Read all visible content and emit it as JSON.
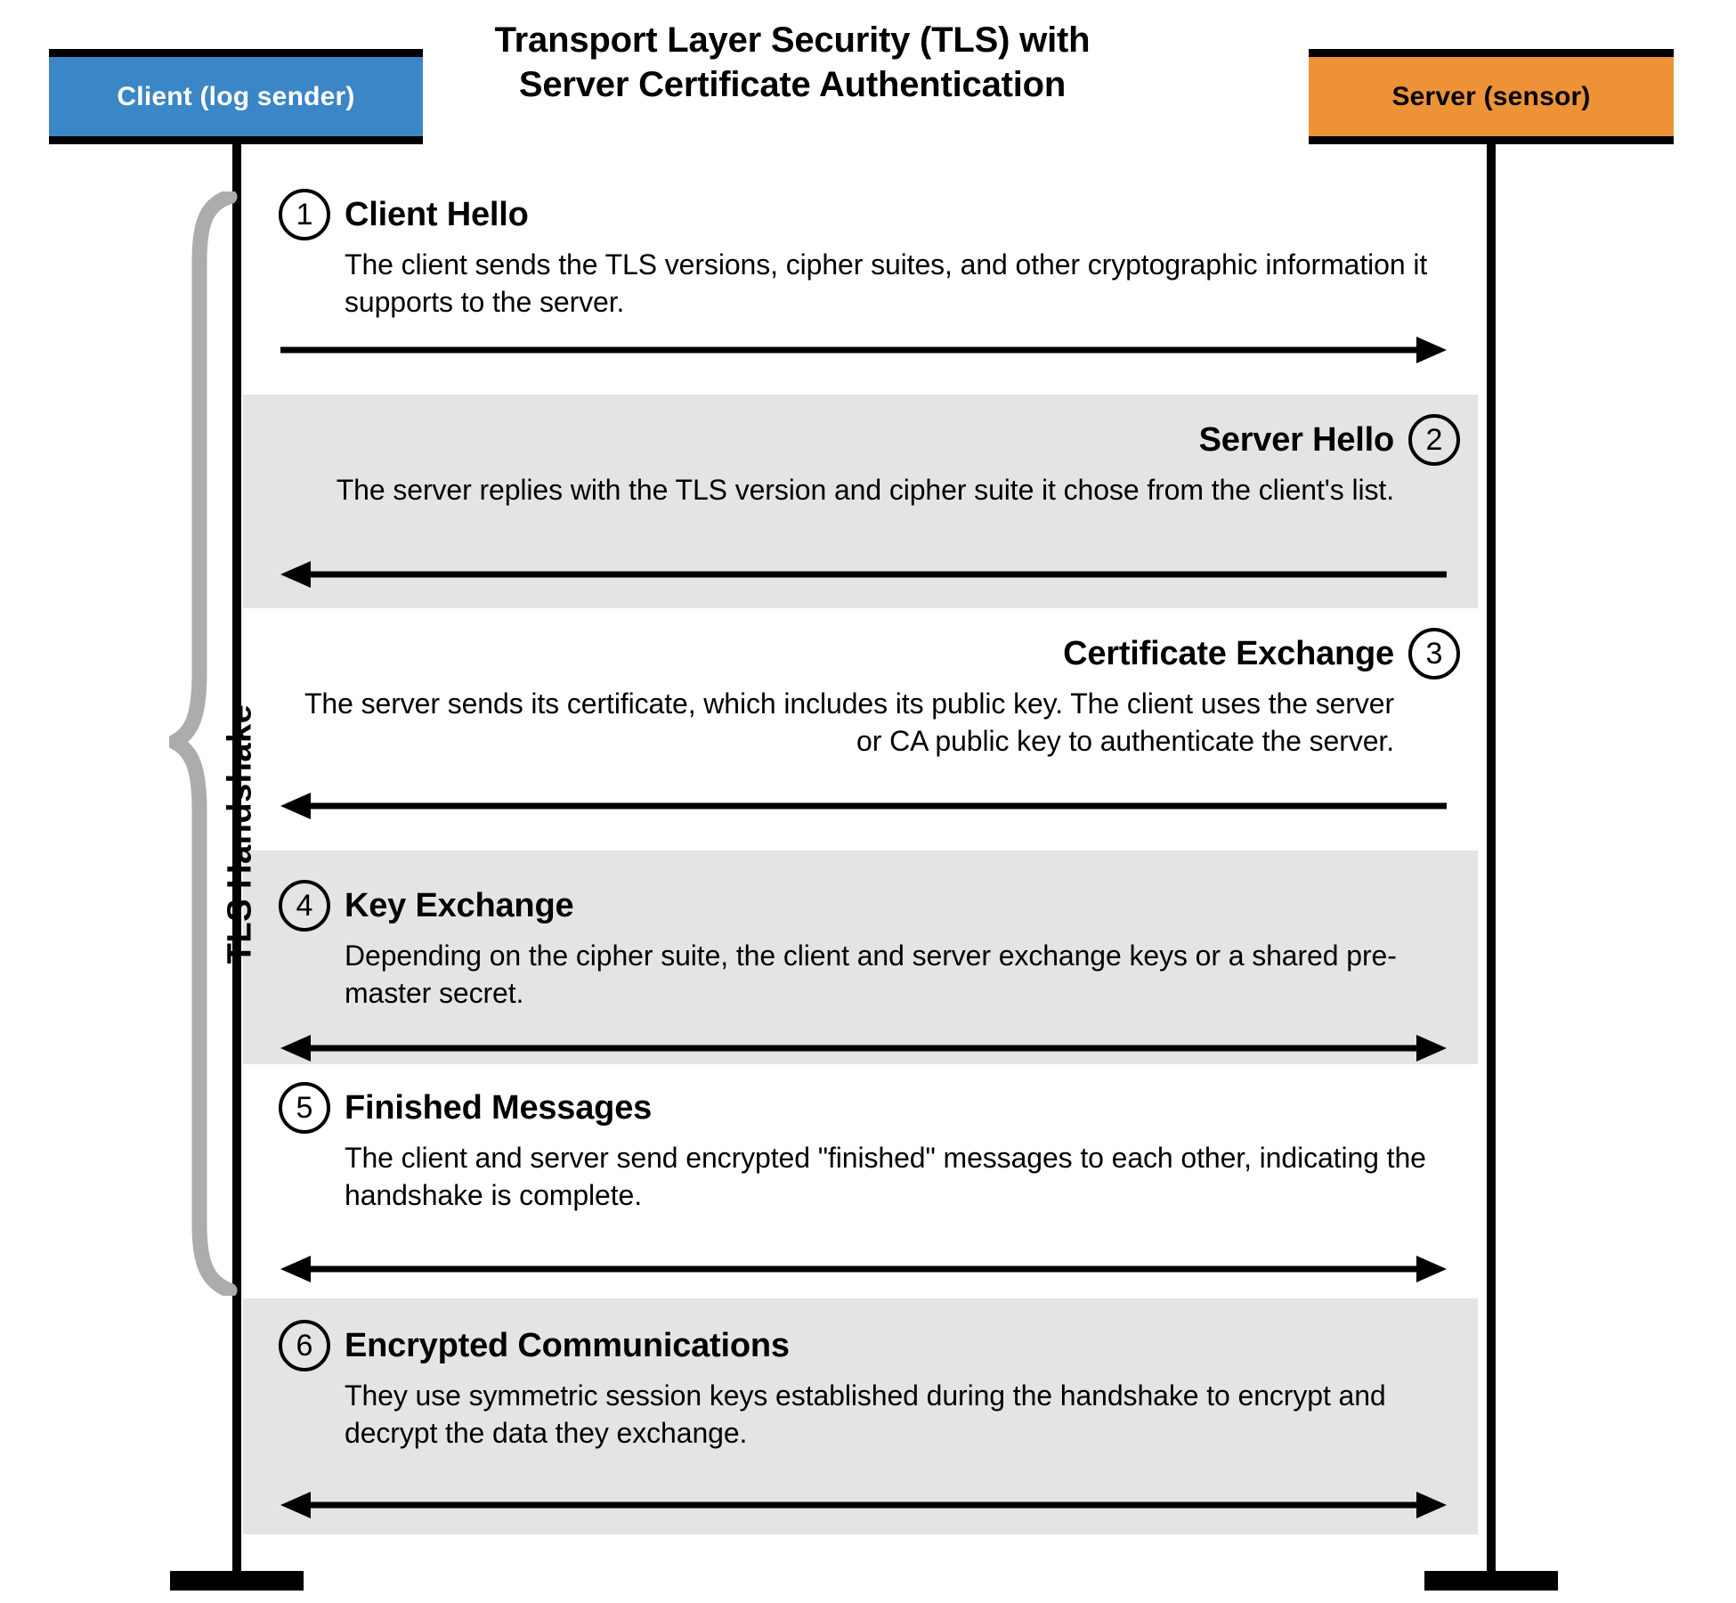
{
  "title": {
    "line1": "Transport Layer Security (TLS) with",
    "line2": "Server Certificate Authentication"
  },
  "actors": {
    "client": {
      "label": "Client (log sender)",
      "color": "#3B86C6"
    },
    "server": {
      "label": "Server (sensor)",
      "color": "#ED9237"
    }
  },
  "brace": {
    "label": "TLS Handshake",
    "color": "#ACACAC"
  },
  "band_color": "#E4E4E4",
  "steps": [
    {
      "number": "1",
      "title": "Client Hello",
      "description": "The client sends the TLS versions, cipher suites, and other cryptographic information it supports to the server.",
      "align": "left",
      "direction": "right",
      "shaded": false
    },
    {
      "number": "2",
      "title": "Server Hello",
      "description": "The server replies with the TLS version and cipher suite it chose from the client's list.",
      "align": "right",
      "direction": "left",
      "shaded": true
    },
    {
      "number": "3",
      "title": "Certificate Exchange",
      "description": "The server sends its certificate, which includes its public key. The client uses the server or CA public key to authenticate the server.",
      "align": "right",
      "direction": "left",
      "shaded": false
    },
    {
      "number": "4",
      "title": "Key Exchange",
      "description": "Depending on the cipher suite, the client and server exchange keys or a shared pre-master secret.",
      "align": "left",
      "direction": "both",
      "shaded": true
    },
    {
      "number": "5",
      "title": "Finished Messages",
      "description": "The client and server send encrypted \"finished\" messages to each other, indicating the handshake is complete.",
      "align": "left",
      "direction": "both",
      "shaded": false
    },
    {
      "number": "6",
      "title": "Encrypted Communications",
      "description": "They use symmetric session keys established during the handshake to encrypt and decrypt the data they exchange.",
      "align": "left",
      "direction": "both",
      "shaded": true
    }
  ]
}
